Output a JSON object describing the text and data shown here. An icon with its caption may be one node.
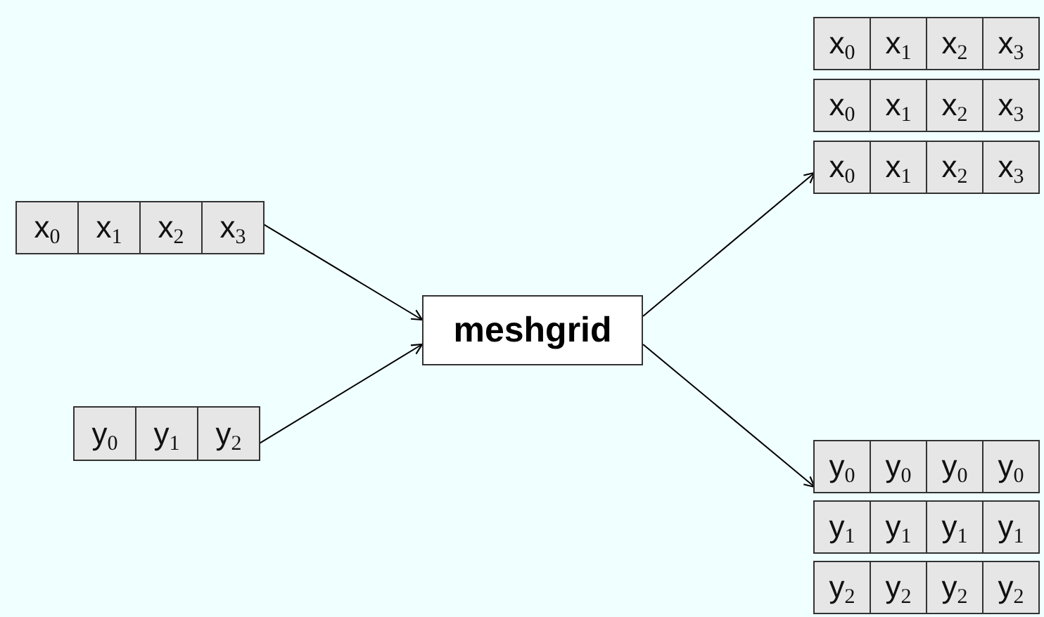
{
  "diagram": {
    "nodes": [
      {
        "text": [],
        "shape": "box"
      },
      {
        "text": [
          "x$_{0}$"
        ],
        "in": 0
      },
      {
        "text": [
          "x$_{1}$"
        ],
        "in": 0
      },
      {
        "text": [
          "x$_{2}$"
        ],
        "in": 0
      },
      {
        "text": [
          "x$_{3}$"
        ],
        "in": 0
      },
      {
        "text": [],
        "shape": "box"
      },
      {
        "text": [
          "y$_{0}$"
        ],
        "in": 5
      },
      {
        "text": [
          "y$_{1}$"
        ],
        "in": 5
      },
      {
        "text": [
          "y$_{2}$"
        ],
        "in": 5
      },
      {
        "text": [
          "meshgrid"
        ]
      },
      {
        "text": [],
        "shape": "box"
      },
      {
        "text": [
          "x$_{0}$"
        ],
        "in": 10
      },
      {
        "text": [
          "x$_{1}$"
        ],
        "in": 10
      },
      {
        "text": [
          "x$_{2}$"
        ],
        "in": 10
      },
      {
        "text": [
          "x$_{3}$"
        ],
        "in": 10
      },
      {
        "text": [
          "x$_{0}$"
        ],
        "in": 10
      },
      {
        "text": [
          "x$_{1}$"
        ],
        "in": 10
      },
      {
        "text": [
          "x$_{2}$"
        ],
        "in": 10
      },
      {
        "text": [
          "x$_{3}$"
        ],
        "in": 10
      },
      {
        "text": [
          "x$_{0}$"
        ],
        "in": 10
      },
      {
        "text": [
          "x$_{1}$"
        ],
        "in": 10
      },
      {
        "text": [
          "x$_{2}$"
        ],
        "in": 10
      },
      {
        "text": [
          "x$_{3}$"
        ],
        "in": 10
      },
      {
        "text": [],
        "shape": "box"
      },
      {
        "text": [
          "y$_{0}$"
        ],
        "in": 23
      },
      {
        "text": [
          "y$_{0}$"
        ],
        "in": 23
      },
      {
        "text": [
          "y$_{0}$"
        ],
        "in": 23
      },
      {
        "text": [
          "y$_{0}$"
        ],
        "in": 23
      },
      {
        "text": [
          "y$_{1}$"
        ],
        "in": 23
      },
      {
        "text": [
          "y$_{1}$"
        ],
        "in": 23
      },
      {
        "text": [
          "y$_{1}$"
        ],
        "in": 23
      },
      {
        "text": [
          "y$_{1}$"
        ],
        "in": 23
      },
      {
        "text": [
          "y$_{2}$"
        ],
        "in": 23
      },
      {
        "text": [
          "y$_{2}$"
        ],
        "in": 23
      },
      {
        "text": [
          "y$_{2}$"
        ],
        "in": 23
      },
      {
        "text": [
          "y$_{2}$"
        ],
        "in": 23
      }
    ],
    "edges": [
      {
        "from": 0,
        "to": 9,
        "arrow": "to"
      },
      {
        "from": 5,
        "to": 9,
        "arrow": "to"
      },
      {
        "from": 9,
        "to": 10,
        "arrow": "to"
      },
      {
        "from": 9,
        "to": 23,
        "arrow": "to"
      }
    ]
  }
}
